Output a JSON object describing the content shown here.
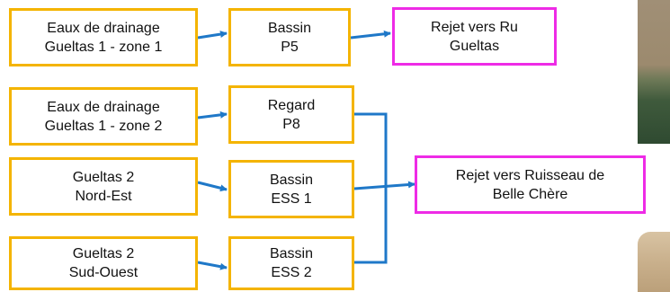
{
  "diagram": {
    "colors": {
      "source_border": "#f4b400",
      "destination_border": "#ee2be6",
      "arrow": "#1f78c8"
    },
    "nodes": {
      "drainage_zone1": {
        "line1": "Eaux de drainage",
        "line2": "Gueltas 1 - zone 1"
      },
      "bassin_p5": {
        "line1": "Bassin",
        "line2": "P5"
      },
      "rejet_ru": {
        "line1": "Rejet vers Ru",
        "line2": "Gueltas"
      },
      "drainage_zone2": {
        "line1": "Eaux de drainage",
        "line2": "Gueltas 1 - zone 2"
      },
      "regard_p8": {
        "line1": "Regard",
        "line2": "P8"
      },
      "gueltas2_ne": {
        "line1": "Gueltas 2",
        "line2": "Nord-Est"
      },
      "bassin_ess1": {
        "line1": "Bassin",
        "line2": "ESS 1"
      },
      "rejet_ruisseau": {
        "line1": "Rejet vers Ruisseau de",
        "line2": "Belle Chère"
      },
      "gueltas2_so": {
        "line1": "Gueltas 2",
        "line2": "Sud-Ouest"
      },
      "bassin_ess2": {
        "line1": "Bassin",
        "line2": "ESS 2"
      }
    }
  }
}
